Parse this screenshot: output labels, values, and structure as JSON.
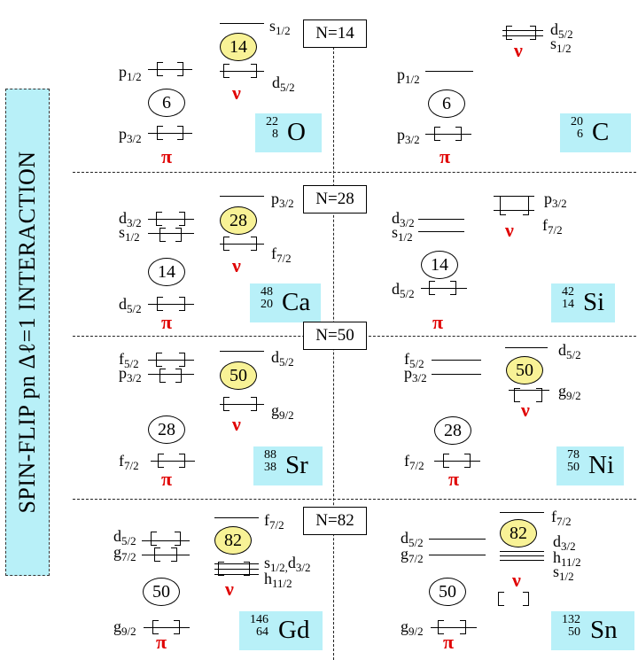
{
  "title": "SPIN-FLIP  pn Δℓ=1  INTERACTION",
  "greek": {
    "proton": "π",
    "neutron": "ν"
  },
  "panels": [
    {
      "n_label": "N=14",
      "left": {
        "gap_number": "6",
        "proton_levels": [
          {
            "l": "p",
            "j": "1/2"
          },
          {
            "l": "p",
            "j": "3/2"
          }
        ],
        "neutron_magic": "14",
        "neutron_levels": [
          {
            "l": "s",
            "j": "1/2"
          },
          {
            "l": "d",
            "j": "5/2"
          }
        ],
        "nucleus": {
          "A": "22",
          "Z": "8",
          "symbol": "O"
        }
      },
      "right": {
        "gap_number": "6",
        "proton_levels": [
          {
            "l": "p",
            "j": "1/2"
          },
          {
            "l": "p",
            "j": "3/2"
          }
        ],
        "neutron_levels": [
          {
            "l": "d",
            "j": "5/2"
          },
          {
            "l": "s",
            "j": "1/2"
          }
        ],
        "nucleus": {
          "A": "20",
          "Z": "6",
          "symbol": "C"
        }
      }
    },
    {
      "n_label": "N=28",
      "left": {
        "gap_number": "14",
        "proton_levels": [
          {
            "l": "d",
            "j": "3/2"
          },
          {
            "l": "s",
            "j": "1/2"
          },
          {
            "l": "d",
            "j": "5/2"
          }
        ],
        "neutron_magic": "28",
        "neutron_levels": [
          {
            "l": "p",
            "j": "3/2"
          },
          {
            "l": "f",
            "j": "7/2"
          }
        ],
        "nucleus": {
          "A": "48",
          "Z": "20",
          "symbol": "Ca"
        }
      },
      "right": {
        "gap_number": "14",
        "proton_levels": [
          {
            "l": "d",
            "j": "3/2"
          },
          {
            "l": "s",
            "j": "1/2"
          },
          {
            "l": "d",
            "j": "5/2"
          }
        ],
        "neutron_levels": [
          {
            "l": "p",
            "j": "3/2"
          },
          {
            "l": "f",
            "j": "7/2"
          }
        ],
        "nucleus": {
          "A": "42",
          "Z": "14",
          "symbol": "Si"
        }
      }
    },
    {
      "n_label": "N=50",
      "left": {
        "gap_number": "28",
        "proton_levels": [
          {
            "l": "f",
            "j": "5/2"
          },
          {
            "l": "p",
            "j": "3/2"
          },
          {
            "l": "f",
            "j": "7/2"
          }
        ],
        "neutron_magic": "50",
        "neutron_levels": [
          {
            "l": "d",
            "j": "5/2"
          },
          {
            "l": "g",
            "j": "9/2"
          }
        ],
        "nucleus": {
          "A": "88",
          "Z": "38",
          "symbol": "Sr"
        }
      },
      "right": {
        "gap_number": "28",
        "proton_levels": [
          {
            "l": "f",
            "j": "5/2"
          },
          {
            "l": "p",
            "j": "3/2"
          },
          {
            "l": "f",
            "j": "7/2"
          }
        ],
        "neutron_magic": "50",
        "neutron_levels": [
          {
            "l": "d",
            "j": "5/2"
          },
          {
            "l": "g",
            "j": "9/2"
          }
        ],
        "nucleus": {
          "A": "78",
          "Z": "50",
          "symbol": "Ni"
        }
      }
    },
    {
      "n_label": "N=82",
      "left": {
        "gap_number": "50",
        "proton_levels": [
          {
            "l": "d",
            "j": "5/2"
          },
          {
            "l": "g",
            "j": "7/2"
          },
          {
            "l": "g",
            "j": "9/2"
          }
        ],
        "neutron_magic": "82",
        "neutron_levels": [
          {
            "l": "f",
            "j": "7/2"
          },
          {
            "l": "s",
            "j": "1/2,"
          },
          {
            "l": "d",
            "j": "3/2"
          },
          {
            "l": "h",
            "j": "11/2"
          }
        ],
        "nucleus": {
          "A": "146",
          "Z": "64",
          "symbol": "Gd"
        }
      },
      "right": {
        "gap_number": "50",
        "proton_levels": [
          {
            "l": "d",
            "j": "5/2"
          },
          {
            "l": "g",
            "j": "7/2"
          },
          {
            "l": "g",
            "j": "9/2"
          }
        ],
        "neutron_magic": "82",
        "neutron_levels": [
          {
            "l": "f",
            "j": "7/2"
          },
          {
            "l": "d",
            "j": "3/2"
          },
          {
            "l": "h",
            "j": "11/2"
          },
          {
            "l": "s",
            "j": "1/2"
          }
        ],
        "nucleus": {
          "A": "132",
          "Z": "50",
          "symbol": "Sn"
        }
      }
    }
  ]
}
